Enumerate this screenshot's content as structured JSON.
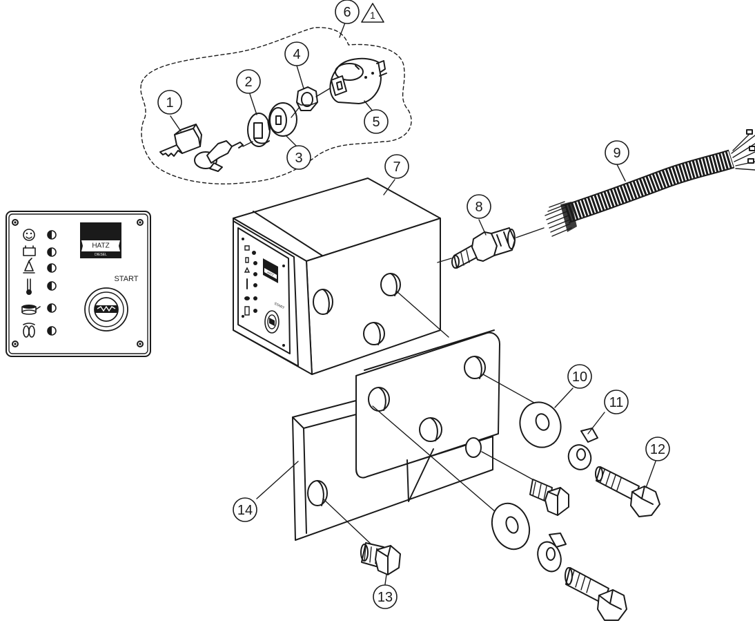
{
  "callouts": [
    {
      "id": "1",
      "label": "1"
    },
    {
      "id": "2",
      "label": "2"
    },
    {
      "id": "3",
      "label": "3"
    },
    {
      "id": "4",
      "label": "4"
    },
    {
      "id": "5",
      "label": "5"
    },
    {
      "id": "6",
      "label": "6"
    },
    {
      "id": "7",
      "label": "7"
    },
    {
      "id": "8",
      "label": "8"
    },
    {
      "id": "9",
      "label": "9"
    },
    {
      "id": "10",
      "label": "10"
    },
    {
      "id": "11",
      "label": "11"
    },
    {
      "id": "12",
      "label": "12"
    },
    {
      "id": "13",
      "label": "13"
    },
    {
      "id": "14",
      "label": "14"
    }
  ],
  "revision_mark": "1",
  "panel": {
    "logo_top": "HATZ",
    "logo_bottom": "DIESEL",
    "start_label": "START"
  },
  "box_panel": {
    "logo_top": "HATZ",
    "start_label": "START"
  }
}
